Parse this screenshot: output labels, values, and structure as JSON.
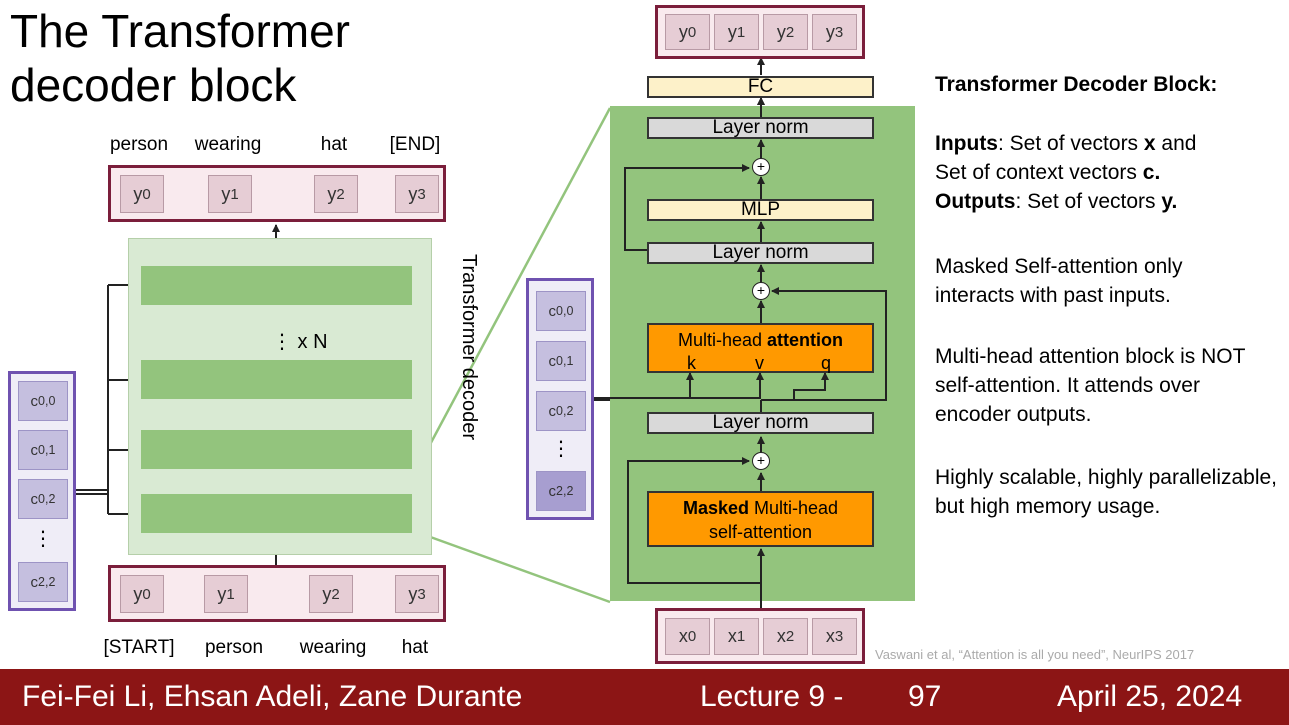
{
  "slide_title_line1": "The Transformer",
  "slide_title_line2": "decoder block",
  "left_diagram": {
    "output_words": [
      "person",
      "wearing",
      "hat",
      "[END]"
    ],
    "input_words": [
      "[START]",
      "person",
      "wearing",
      "hat"
    ],
    "outputs": [
      "y",
      "y",
      "y",
      "y"
    ],
    "outputs_sub": [
      "0",
      "1",
      "2",
      "3"
    ],
    "inputs": [
      "y",
      "y",
      "y",
      "y"
    ],
    "inputs_sub": [
      "0",
      "1",
      "2",
      "3"
    ],
    "repeat_label": "⋮ x N",
    "decoder_label": "Transformer decoder",
    "context": [
      "c",
      "c",
      "c",
      "c"
    ],
    "context_sub": [
      "0,0",
      "0,1",
      "0,2",
      "2,2"
    ],
    "vdots": "⋮"
  },
  "block_diagram": {
    "outputs": [
      "y",
      "y",
      "y",
      "y"
    ],
    "outputs_sub": [
      "0",
      "1",
      "2",
      "3"
    ],
    "inputs": [
      "x",
      "x",
      "x",
      "x"
    ],
    "inputs_sub": [
      "0",
      "1",
      "2",
      "3"
    ],
    "fc": "FC",
    "layer_norm": "Layer norm",
    "mlp": "MLP",
    "plus": "+",
    "mha_prefix": "Multi-head ",
    "mha_bold": "attention",
    "k": "k",
    "v": "v",
    "q": "q",
    "masked_bold": "Masked",
    "masked_rest": " Multi-head",
    "masked_line2": "self-attention",
    "context": [
      "c",
      "c",
      "c",
      "c"
    ],
    "context_sub": [
      "0,0",
      "0,1",
      "0,2",
      "2,2"
    ],
    "vdots": "⋮"
  },
  "description": {
    "heading": "Transformer Decoder Block:",
    "inputs_bold": "Inputs",
    "inputs_text1": ": Set of vectors ",
    "inputs_x": "x",
    "inputs_text2": " and",
    "inputs_line2": "Set of context vectors ",
    "inputs_c": "c.",
    "outputs_bold": "Outputs",
    "outputs_text": ": Set of vectors ",
    "outputs_y": "y.",
    "para1": "Masked Self-attention only interacts with past inputs.",
    "para2": "Multi-head attention block is NOT self-attention. It attends over encoder outputs.",
    "para3": "Highly scalable, highly parallelizable, but high memory usage."
  },
  "citation": "Vaswani et al, “Attention is all you need”, NeurIPS 2017",
  "footer": {
    "authors": "Fei-Fei Li, Ehsan Adeli, Zane Durante",
    "lecture": "Lecture 9 -",
    "page": "97",
    "date": "April 25, 2024"
  },
  "colors": {
    "maroon": "#7b1e3b",
    "purple": "#6f52b0",
    "green": "#93c47d",
    "orange": "#ff9900",
    "footer": "#8c1515"
  }
}
